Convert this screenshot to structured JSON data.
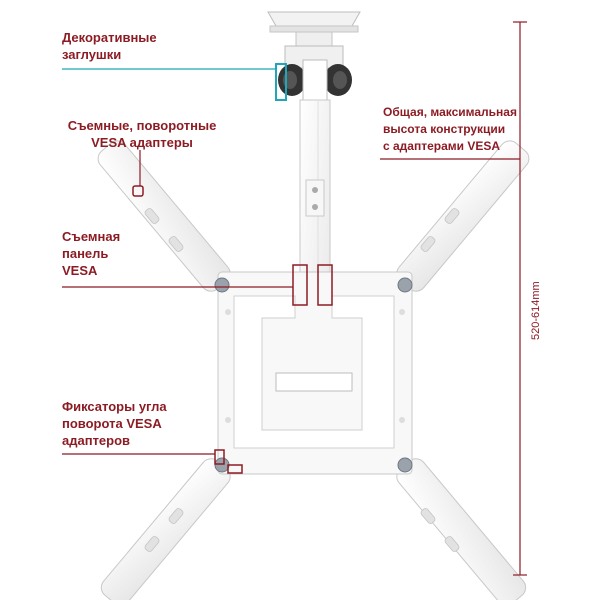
{
  "labels": {
    "caps": [
      "Декоративные",
      "заглушки"
    ],
    "adapters": [
      "Съемные, поворотные",
      "VESA адаптеры"
    ],
    "panel": [
      "Съемная",
      "панель",
      "VESA"
    ],
    "locks": [
      "Фиксаторы угла",
      "поворота VESA",
      "адаптеров"
    ],
    "height": [
      "Общая, максимальная",
      "высота конструкции",
      "с адаптерами VESA"
    ]
  },
  "dimension": "520-614mm",
  "colors": {
    "accent": "#8c1c24",
    "cyan": "#1fa6b8",
    "metal": "#f4f4f4",
    "edge": "#cfcfcf"
  }
}
